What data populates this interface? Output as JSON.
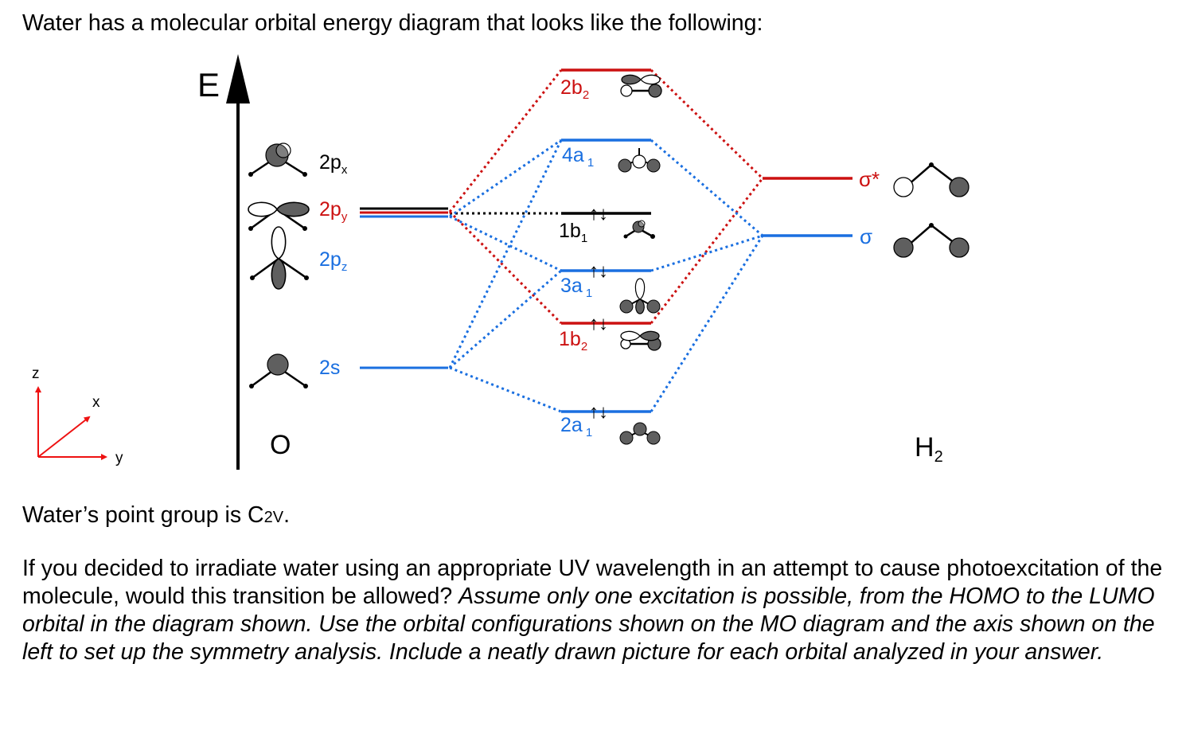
{
  "intro": "Water has a molecular orbital energy diagram that looks like the following:",
  "point_group": {
    "prefix": "Water’s point group is C",
    "subscript": "2V",
    "suffix": "."
  },
  "question": {
    "plain": "If you decided to irradiate water using an appropriate UV wavelength in an attempt to cause photoexcitation of the molecule, would this transition be allowed? ",
    "italic": "Assume only one excitation is possible, from the HOMO to the LUMO orbital in the diagram shown. Use the orbital configurations shown on the MO diagram and the axis shown on the left to set up the symmetry analysis. Include a neatly drawn picture for each orbital analyzed in your answer."
  },
  "axes": {
    "z": "z",
    "x": "x",
    "y": "y"
  },
  "energy_axis_label": "E",
  "oxygen": {
    "label": "O",
    "orbitals": [
      {
        "main": "2p",
        "sub": "x",
        "color": "#000000"
      },
      {
        "main": "2p",
        "sub": "y",
        "color": "#cc1111"
      },
      {
        "main": "2p",
        "sub": "z",
        "color": "#1a6fe0"
      },
      {
        "main": "2s",
        "sub": "",
        "color": "#1a6fe0"
      }
    ]
  },
  "mo_levels": [
    {
      "main": "2b",
      "sub": "2",
      "color": "#cc1111",
      "electrons": ""
    },
    {
      "main": "4a",
      "sub": "1",
      "color": "#1a6fe0",
      "electrons": ""
    },
    {
      "main": "1b",
      "sub": "1",
      "color": "#000000",
      "electrons": "↑↓"
    },
    {
      "main": "3a",
      "sub": "1",
      "color": "#1a6fe0",
      "electrons": "↑↓"
    },
    {
      "main": "1b",
      "sub": "2",
      "color": "#cc1111",
      "electrons": "↑↓"
    },
    {
      "main": "2a",
      "sub": "1",
      "color": "#1a6fe0",
      "electrons": "↑↓"
    }
  ],
  "h2": {
    "label_main": "H",
    "label_sub": "2",
    "levels": [
      {
        "label": "σ*",
        "color": "#cc1111"
      },
      {
        "label": "σ",
        "color": "#1a6fe0"
      }
    ]
  },
  "colors": {
    "red": "#cc1111",
    "blue": "#1a6fe0",
    "black": "#000000",
    "lobe": "#5f5f5f",
    "axis_red": "#ee1111"
  }
}
